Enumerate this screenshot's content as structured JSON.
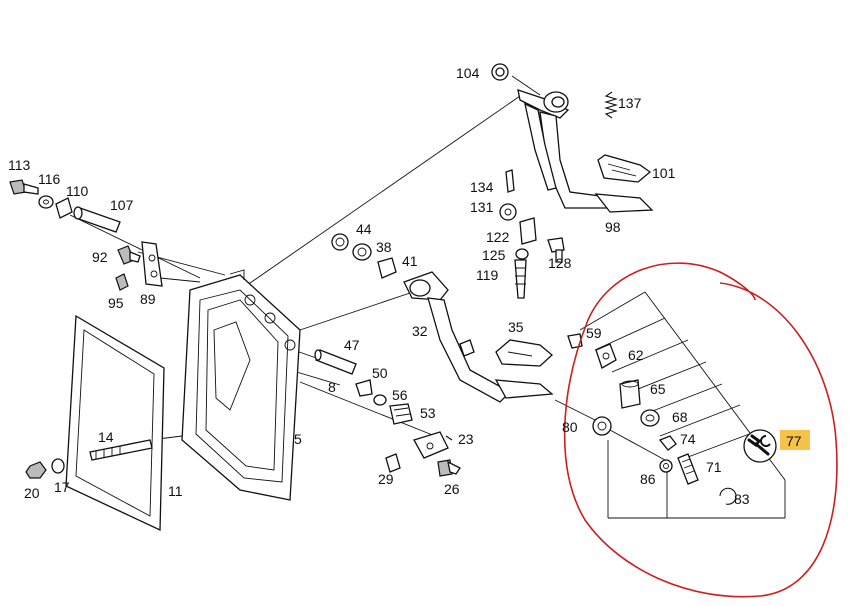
{
  "labels": {
    "l104": "104",
    "l137": "137",
    "l101": "101",
    "l98": "98",
    "l134": "134",
    "l131": "131",
    "l122": "122",
    "l125": "125",
    "l128": "128",
    "l119": "119",
    "l113": "113",
    "l116": "116",
    "l110": "110",
    "l107": "107",
    "l92": "92",
    "l95": "95",
    "l89": "89",
    "l44": "44",
    "l38": "38",
    "l41": "41",
    "l32": "32",
    "l35": "35",
    "l47": "47",
    "l50": "50",
    "l8": "8",
    "l56": "56",
    "l53": "53",
    "l5": "5",
    "l23": "23",
    "l29": "29",
    "l26": "26",
    "l14": "14",
    "l20": "20",
    "l17": "17",
    "l11": "11",
    "l59": "59",
    "l62": "62",
    "l65": "65",
    "l68": "68",
    "l74": "74",
    "l71": "71",
    "l80": "80",
    "l86": "86",
    "l83": "83",
    "l77": "77"
  },
  "colors": {
    "highlight": "#f6c24a",
    "annotation_circle": "#cc1f1f",
    "ink": "#111111"
  },
  "icons": {
    "part77": "wrench-icon"
  }
}
